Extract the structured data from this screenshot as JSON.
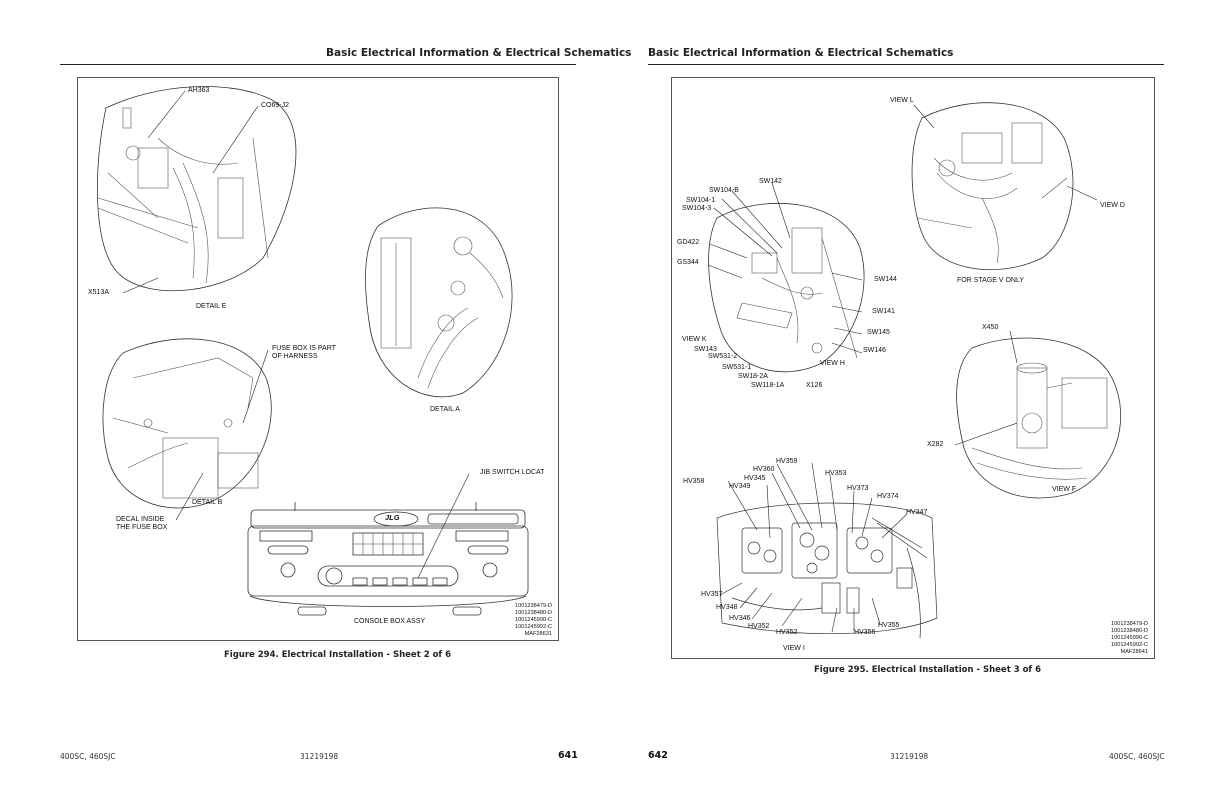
{
  "left_page": {
    "header": "Basic Electrical Information & Electrical Schematics",
    "callouts": {
      "ah363": "AH363",
      "co69_j2": "CO69-J2",
      "x513a": "X513A",
      "detail_e": "DETAIL E",
      "detail_a": "DETAIL A",
      "fuse_box_note": "FUSE BOX IS PART\nOF HARNESS",
      "detail_b": "DETAIL B",
      "decal_note": "DECAL INSIDE\nTHE FUSE BOX",
      "jib_switch": "JIB SWITCH LOCAT",
      "console_box": "CONSOLE BOX ASSY",
      "logo": "JLG"
    },
    "part_numbers": "1001238479-D\n1001238480-D\n1001245990-C\n1001245992-C\nMAF28631",
    "caption": "Figure 294. Electrical Installation - Sheet 2 of 6",
    "footer": {
      "model": "400SC, 460SJC",
      "doc_number": "31219198",
      "page_number": "641"
    }
  },
  "right_page": {
    "header": "Basic Electrical Information & Electrical Schematics",
    "callouts": {
      "view_l": "VIEW L",
      "view_d": "VIEW D",
      "stage_v": "FOR STAGE V ONLY",
      "sw142": "SW142",
      "sw104_b": "SW104-B",
      "sw104_1": "SW104-1",
      "sw104_3": "SW104-3",
      "gd422": "GD422",
      "gs344": "GS344",
      "sw144": "SW144",
      "sw141": "SW141",
      "sw145": "SW145",
      "sw146": "SW146",
      "view_k": "VIEW K",
      "sw143": "SW143",
      "sw531_2": "SW531-2",
      "view_h": "VIEW H",
      "sw531_1": "SW531-1",
      "sw18_2a": "SW18-2A",
      "sw118_1a": "SW118-1A",
      "x126": "X126",
      "x450": "X450",
      "x282": "X282",
      "view_f": "VIEW F",
      "hv358": "HV358",
      "hv359": "HV359",
      "hv360": "HV360",
      "hv345": "HV345",
      "hv349": "HV349",
      "hv353": "HV353",
      "hv373": "HV373",
      "hv374": "HV374",
      "hv347": "HV347",
      "hv357": "HV357",
      "hv348": "HV348",
      "hv346": "HV346",
      "hv352a": "HV352",
      "hv352b": "HV352",
      "hv356": "HV356",
      "hv355": "HV355",
      "view_i": "VIEW I"
    },
    "part_numbers": "1001238479-D\n1001238480-D\n1001245990-C\n1001245992-C\nMAF28641",
    "caption": "Figure 295. Electrical Installation - Sheet 3 of 6",
    "footer": {
      "page_number": "642",
      "doc_number": "31219198",
      "model": "400SC, 460SJC"
    }
  }
}
